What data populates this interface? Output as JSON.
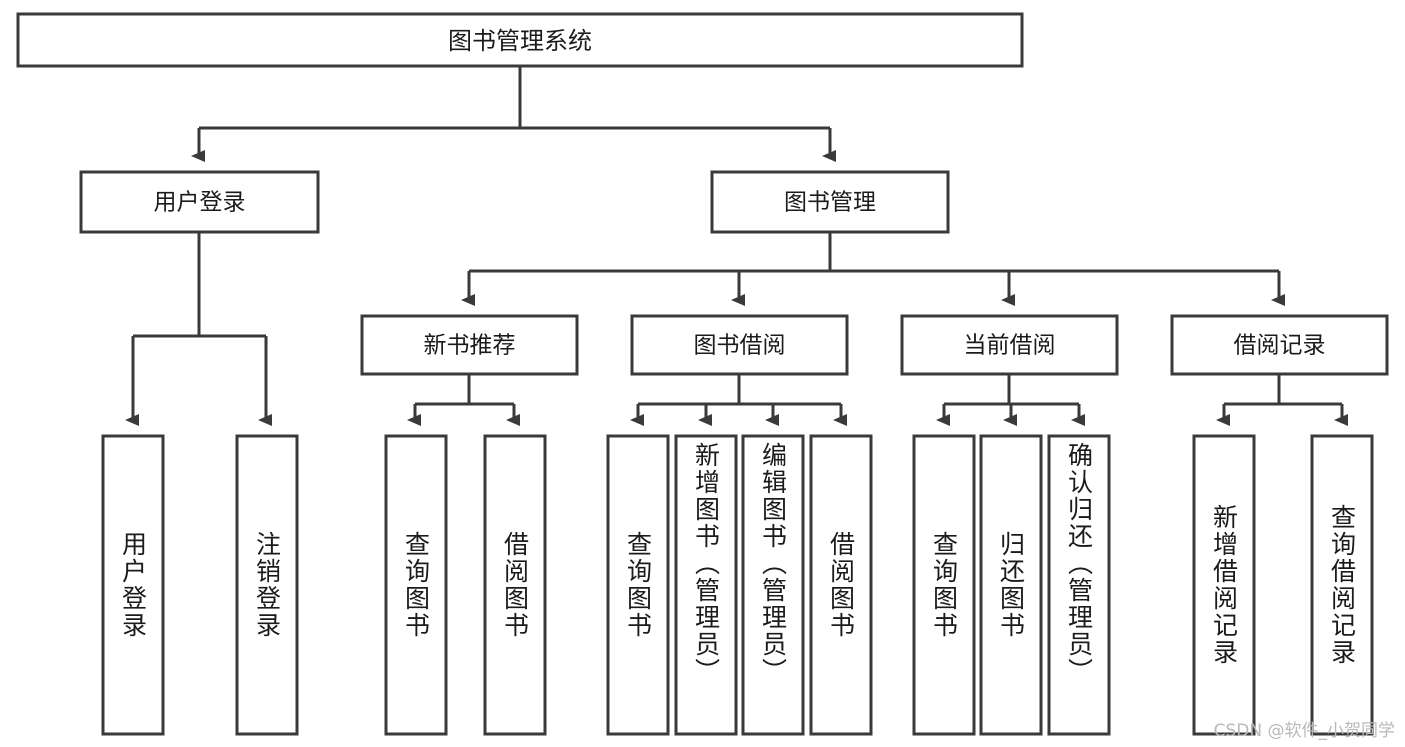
{
  "diagram": {
    "type": "tree-hierarchy",
    "title_node": {
      "id": "root",
      "label": "图书管理系统"
    },
    "level1": [
      {
        "id": "user-login",
        "label": "用户登录"
      },
      {
        "id": "book-management",
        "label": "图书管理"
      }
    ],
    "level2": [
      {
        "id": "new-book-recommend",
        "label": "新书推荐",
        "parent": "book-management"
      },
      {
        "id": "book-borrow",
        "label": "图书借阅",
        "parent": "book-management"
      },
      {
        "id": "current-borrow",
        "label": "当前借阅",
        "parent": "book-management"
      },
      {
        "id": "borrow-record",
        "label": "借阅记录",
        "parent": "book-management"
      }
    ],
    "leaves": {
      "user-login": [
        {
          "id": "leaf-user-login",
          "label": "用户登录"
        },
        {
          "id": "leaf-logout",
          "label": "注销登录"
        }
      ],
      "new-book-recommend": [
        {
          "id": "leaf-query-book-1",
          "label": "查询图书"
        },
        {
          "id": "leaf-borrow-book-1",
          "label": "借阅图书"
        }
      ],
      "book-borrow": [
        {
          "id": "leaf-query-book-2",
          "label": "查询图书"
        },
        {
          "id": "leaf-add-book",
          "label": "新增图书（管理员）"
        },
        {
          "id": "leaf-edit-book",
          "label": "编辑图书（管理员）"
        },
        {
          "id": "leaf-borrow-book-2",
          "label": "借阅图书"
        }
      ],
      "current-borrow": [
        {
          "id": "leaf-query-book-3",
          "label": "查询图书"
        },
        {
          "id": "leaf-return-book",
          "label": "归还图书"
        },
        {
          "id": "leaf-confirm-return",
          "label": "确认归还（管理员）"
        }
      ],
      "borrow-record": [
        {
          "id": "leaf-add-record",
          "label": "新增借阅记录"
        },
        {
          "id": "leaf-query-record",
          "label": "查询借阅记录"
        }
      ]
    }
  },
  "watermark": {
    "text": "CSDN @软件_小贺同学"
  },
  "colors": {
    "stroke": "#3a3a3a",
    "box_fill": "#ffffff",
    "text": "#1b1b1b",
    "watermark": "#b9b9b9",
    "background": "#ffffff"
  }
}
